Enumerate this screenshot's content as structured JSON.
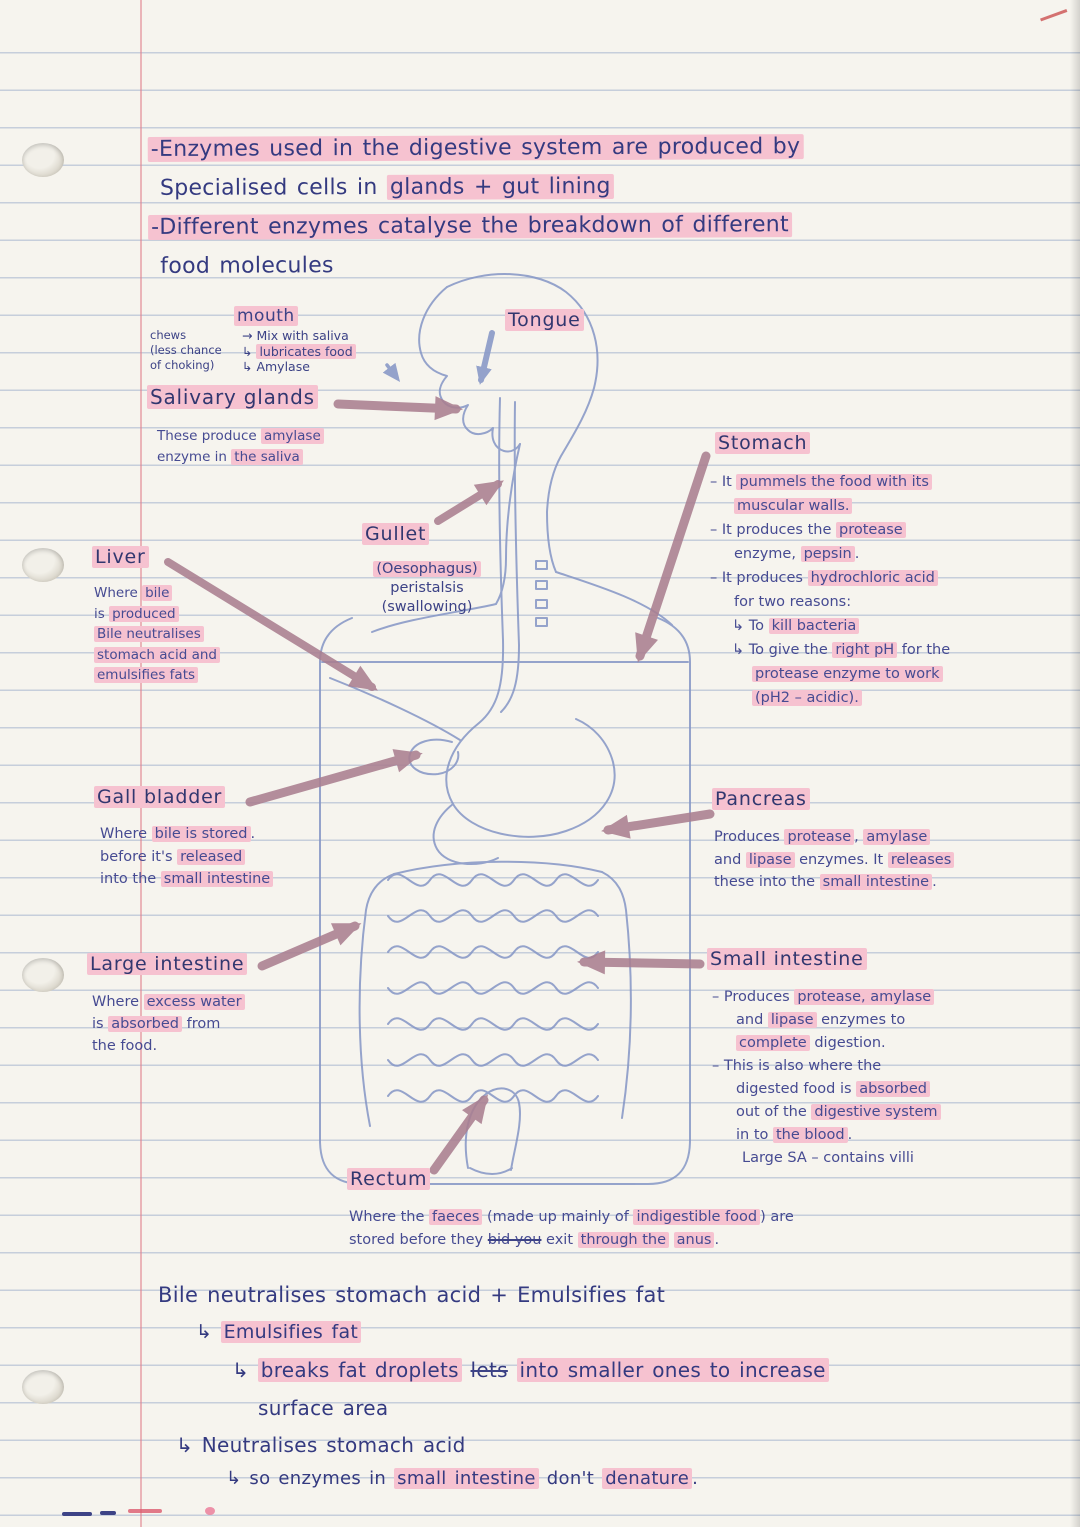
{
  "colors": {
    "paper": "#f6f4ee",
    "rule_line": "#9bb0cc",
    "margin_line": "#e0808c",
    "ink": "#3c4286",
    "highlight": "#f6c2d0",
    "arrow": "#aa7f90",
    "sketch": "#8596c6"
  },
  "top_notes": {
    "lines": [
      [
        {
          "t": "-Enzymes used in the digestive system are produced by",
          "h": true
        }
      ],
      [
        {
          "t": "Specialised cells in "
        },
        {
          "t": "glands + gut lining",
          "h": true
        }
      ],
      [
        {
          "t": "-Different enzymes catalyse the breakdown of different",
          "h": true
        }
      ],
      [
        {
          "t": "food molecules"
        }
      ]
    ]
  },
  "mouth": {
    "title": "mouth",
    "col_left": [
      "chews",
      "(less chance",
      "of choking)"
    ],
    "col_right": [
      [
        {
          "t": "→ Mix with saliva"
        }
      ],
      [
        {
          "t": "↳ "
        },
        {
          "t": "lubricates food",
          "h": true
        }
      ],
      [
        {
          "t": "↳ Amylase"
        }
      ]
    ]
  },
  "tongue": {
    "label": "Tongue"
  },
  "salivary": {
    "title": "Salivary glands",
    "note": [
      [
        {
          "t": "These produce "
        },
        {
          "t": "amylase",
          "h": true
        }
      ],
      [
        {
          "t": "enzyme in "
        },
        {
          "t": "the saliva",
          "h": true
        }
      ]
    ]
  },
  "gullet": {
    "title": "Gullet",
    "lines": [
      [
        {
          "t": "(Oesophagus)",
          "h": true
        }
      ],
      [
        {
          "t": "peristalsis"
        }
      ],
      [
        {
          "t": "(swallowing)"
        }
      ]
    ]
  },
  "liver": {
    "title": "Liver",
    "note": [
      [
        {
          "t": "Where "
        },
        {
          "t": "bile",
          "h": true
        }
      ],
      [
        {
          "t": "is "
        },
        {
          "t": "produced",
          "h": true
        }
      ],
      [
        {
          "t": "Bile neutralises",
          "h": true
        }
      ],
      [
        {
          "t": "stomach acid and",
          "h": true
        }
      ],
      [
        {
          "t": "emulsifies fats",
          "h": true
        }
      ]
    ]
  },
  "stomach": {
    "title": "Stomach",
    "lines": [
      [
        {
          "t": "–  It "
        },
        {
          "t": "pummels the food with its",
          "h": true
        }
      ],
      [
        {
          "t": "muscular walls.",
          "h": true
        }
      ],
      [
        {
          "t": "–  It produces the "
        },
        {
          "t": "protease",
          "h": true
        }
      ],
      [
        {
          "t": "enzyme, "
        },
        {
          "t": "pepsin",
          "h": true
        },
        {
          "t": "."
        }
      ],
      [
        {
          "t": "–  It produces "
        },
        {
          "t": "hydrochloric acid",
          "h": true
        }
      ],
      [
        {
          "t": "for two reasons:"
        }
      ],
      [
        {
          "t": "↳ To "
        },
        {
          "t": "kill bacteria",
          "h": true
        }
      ],
      [
        {
          "t": "↳ To give the "
        },
        {
          "t": "right pH",
          "h": true
        },
        {
          "t": " for the"
        }
      ],
      [
        {
          "t": "protease enzyme to work",
          "h": true
        }
      ],
      [
        {
          "t": "(pH2 – acidic).",
          "h": true
        }
      ]
    ]
  },
  "gall_bladder": {
    "title": "Gall bladder",
    "note": [
      [
        {
          "t": "Where "
        },
        {
          "t": "bile is stored",
          "h": true
        },
        {
          "t": "."
        }
      ],
      [
        {
          "t": "before it's "
        },
        {
          "t": "released",
          "h": true
        }
      ],
      [
        {
          "t": "into the "
        },
        {
          "t": "small intestine",
          "h": true
        }
      ]
    ]
  },
  "pancreas": {
    "title": "Pancreas",
    "note": [
      [
        {
          "t": "Produces "
        },
        {
          "t": "protease",
          "h": true
        },
        {
          "t": ", "
        },
        {
          "t": "amylase",
          "h": true
        }
      ],
      [
        {
          "t": "and "
        },
        {
          "t": "lipase",
          "h": true
        },
        {
          "t": " enzymes.  It "
        },
        {
          "t": "releases",
          "h": true
        }
      ],
      [
        {
          "t": "these into the "
        },
        {
          "t": "small intestine",
          "h": true
        },
        {
          "t": "."
        }
      ]
    ]
  },
  "large_intestine": {
    "title": "Large intestine",
    "note": [
      [
        {
          "t": "Where "
        },
        {
          "t": "excess water",
          "h": true
        }
      ],
      [
        {
          "t": "is "
        },
        {
          "t": "absorbed",
          "h": true
        },
        {
          "t": " from"
        }
      ],
      [
        {
          "t": "the food."
        }
      ]
    ]
  },
  "small_intestine": {
    "title": "Small intestine",
    "lines": [
      [
        {
          "t": "–  Produces "
        },
        {
          "t": "protease, amylase",
          "h": true
        }
      ],
      [
        {
          "t": "and "
        },
        {
          "t": "lipase",
          "h": true
        },
        {
          "t": " enzymes to"
        }
      ],
      [
        {
          "t": "complete",
          "h": true
        },
        {
          "t": " digestion."
        }
      ],
      [
        {
          "t": "–  This is also where the"
        }
      ],
      [
        {
          "t": "digested food is "
        },
        {
          "t": "absorbed",
          "h": true
        }
      ],
      [
        {
          "t": "out of the "
        },
        {
          "t": "digestive system",
          "h": true
        }
      ],
      [
        {
          "t": "in to "
        },
        {
          "t": "the blood",
          "h": true
        },
        {
          "t": "."
        }
      ],
      [
        {
          "t": "Large SA – contains villi"
        }
      ]
    ]
  },
  "rectum": {
    "title": "Rectum",
    "note": [
      [
        {
          "t": "Where the "
        },
        {
          "t": "faeces",
          "h": true
        },
        {
          "t": " (made up mainly of "
        },
        {
          "t": "indigestible food",
          "h": true
        },
        {
          "t": ") are"
        }
      ],
      [
        {
          "t": "stored before they "
        },
        {
          "t": "bid you",
          "s": true
        },
        {
          "t": " exit "
        },
        {
          "t": "through the",
          "h": true
        },
        {
          "t": " "
        },
        {
          "t": "anus",
          "h": true
        },
        {
          "t": "."
        }
      ]
    ]
  },
  "bottom_notes": {
    "lines": [
      [
        {
          "t": "Bile neutralises stomach acid + Emulsifies fat"
        }
      ],
      [
        {
          "t": "↳ "
        },
        {
          "t": "Emulsifies fat",
          "h": true
        }
      ],
      [
        {
          "t": "↳ "
        },
        {
          "t": "breaks fat droplets",
          "h": true
        },
        {
          "t": " "
        },
        {
          "t": "lets",
          "s": true
        },
        {
          "t": " "
        },
        {
          "t": "into smaller ones to increase",
          "h": true
        }
      ],
      [
        {
          "t": "surface area"
        }
      ],
      [
        {
          "t": "↳ Neutralises stomach acid"
        }
      ],
      [
        {
          "t": "↳ so enzymes in "
        },
        {
          "t": "small intestine",
          "h": true
        },
        {
          "t": " don't "
        },
        {
          "t": "denature",
          "h": true
        },
        {
          "t": "."
        }
      ]
    ]
  }
}
